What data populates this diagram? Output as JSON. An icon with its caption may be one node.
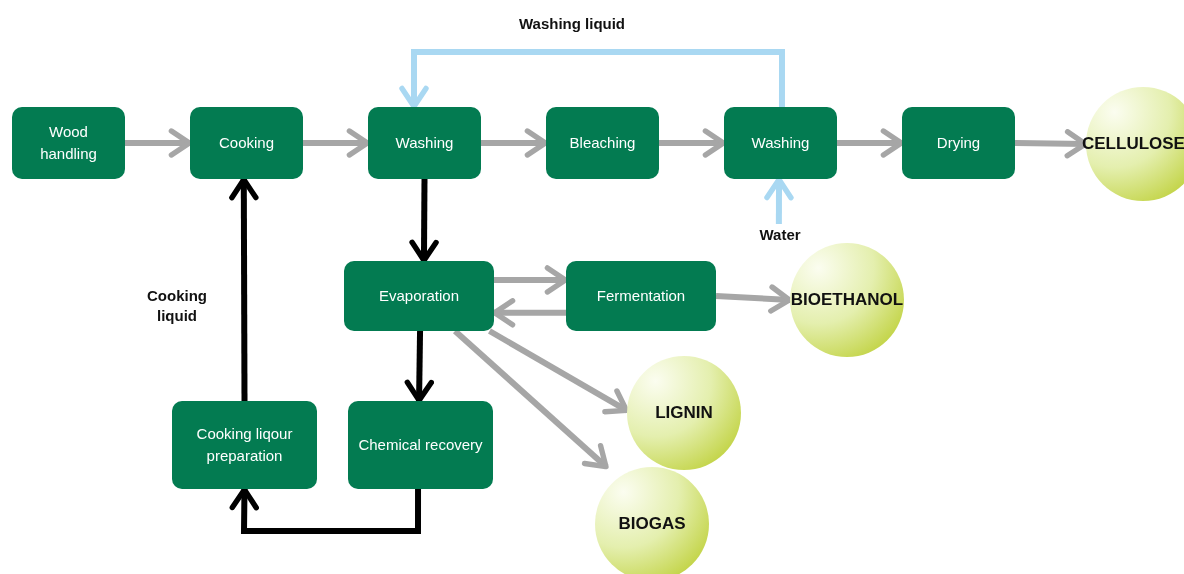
{
  "diagram": {
    "nodes": [
      {
        "text": [
          "Wood handling"
        ]
      },
      {
        "text": [
          "Cooking"
        ]
      },
      {
        "text": [
          "Washing"
        ]
      },
      {
        "text": [
          "Bleaching"
        ]
      },
      {
        "text": [
          "Washing"
        ]
      },
      {
        "text": [
          "Drying"
        ]
      },
      {
        "text": [
          "CELLULOSE"
        ]
      },
      {
        "text": [
          "Water"
        ]
      },
      {
        "text": [
          "Evaporation"
        ]
      },
      {
        "text": [
          "Fermentation"
        ]
      },
      {
        "text": [
          "BIOETHANOL"
        ]
      },
      {
        "text": [
          "Chemical recovery"
        ]
      },
      {
        "text": [
          "Cooking liqour preparation"
        ]
      },
      {
        "text": [
          "LIGNIN"
        ]
      },
      {
        "text": [
          "BIOGAS"
        ]
      }
    ],
    "edges": [
      {
        "from": 0,
        "to": 1,
        "arrow": "to"
      },
      {
        "from": 1,
        "to": 2,
        "arrow": "to"
      },
      {
        "from": 2,
        "to": 3,
        "arrow": "to"
      },
      {
        "from": 3,
        "to": 4,
        "arrow": "to"
      },
      {
        "from": 4,
        "to": 5,
        "arrow": "to"
      },
      {
        "from": 5,
        "to": 6,
        "arrow": "to"
      },
      {
        "from": 4,
        "to": 2,
        "arrow": "to",
        "label": "Washing liquid",
        "color": "#a9d8f2"
      },
      {
        "from": 7,
        "to": 4,
        "arrow": "to",
        "color": "#a9d8f2"
      },
      {
        "from": 2,
        "to": 8,
        "arrow": "to",
        "color": "#000000"
      },
      {
        "from": 8,
        "to": 9,
        "arrow": "to"
      },
      {
        "from": 9,
        "to": 8,
        "arrow": "to"
      },
      {
        "from": 9,
        "to": 10,
        "arrow": "to"
      },
      {
        "from": 8,
        "to": 13,
        "arrow": "to"
      },
      {
        "from": 8,
        "to": 14,
        "arrow": "to"
      },
      {
        "from": 8,
        "to": 11,
        "arrow": "to",
        "color": "#000000"
      },
      {
        "from": 11,
        "to": 12,
        "arrow": "to",
        "color": "#000000"
      },
      {
        "from": 12,
        "to": 1,
        "arrow": "to",
        "label": "Cooking liquid",
        "color": "#000000"
      }
    ]
  }
}
